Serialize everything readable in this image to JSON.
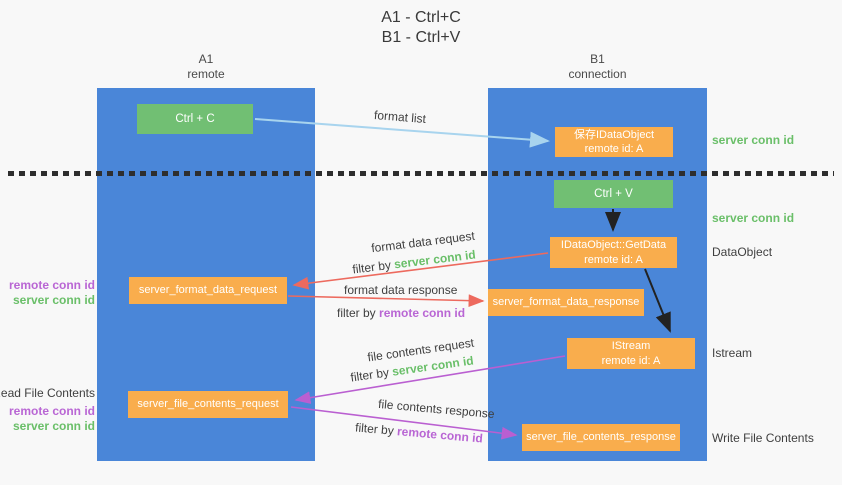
{
  "title": {
    "line1": "A1 - Ctrl+C",
    "line2": "B1 - Ctrl+V"
  },
  "lifelines": {
    "a1": {
      "name": "A1",
      "subtitle": "remote"
    },
    "b1": {
      "name": "B1",
      "subtitle": "connection"
    }
  },
  "nodes": {
    "ctrl_c": {
      "label": "Ctrl + C"
    },
    "ctrl_v": {
      "label": "Ctrl + V"
    },
    "save_idataobject": {
      "line1": "保存IDataObject",
      "line2": "remote id: A"
    },
    "getdata": {
      "line1": "IDataObject::GetData",
      "line2": "remote id: A"
    },
    "istream": {
      "line1": "IStream",
      "line2": "remote id: A"
    },
    "format_request": {
      "label": "server_format_data_request"
    },
    "format_response": {
      "label": "server_format_data_response"
    },
    "file_request": {
      "label": "server_file_contents_request"
    },
    "file_response": {
      "label": "server_file_contents_response"
    }
  },
  "side_labels": {
    "server_conn_id_top": "server conn id",
    "server_conn_id_mid": "server conn id",
    "dataobject": "DataObject",
    "istream": "Istream",
    "write_file_contents": "Write File Contents",
    "read_file_contents": "Read File Contents",
    "format_request_remote": "remote conn id",
    "format_request_server": "server conn id",
    "file_request_remote": "remote conn id",
    "file_request_server": "server conn id"
  },
  "arrow_labels": {
    "format_list": "format list",
    "format_data_request": "format data request",
    "format_data_response": "format data response",
    "file_contents_request": "file contents request",
    "file_contents_response": "file contents response",
    "filter_by": "filter by",
    "server_conn_id": "server conn id",
    "remote_conn_id": "remote conn id"
  },
  "colors": {
    "lifeline_blue": "#4a86d8",
    "node_orange": "#f9ad4d",
    "key_green": "#71bf73",
    "arrow_red": "#ed6a5e",
    "arrow_purple": "#ba5fd1",
    "arrow_light_blue": "#a8d4ee",
    "arrow_black": "#222222",
    "text_green": "#6abf69",
    "text_purple": "#b966d4"
  }
}
